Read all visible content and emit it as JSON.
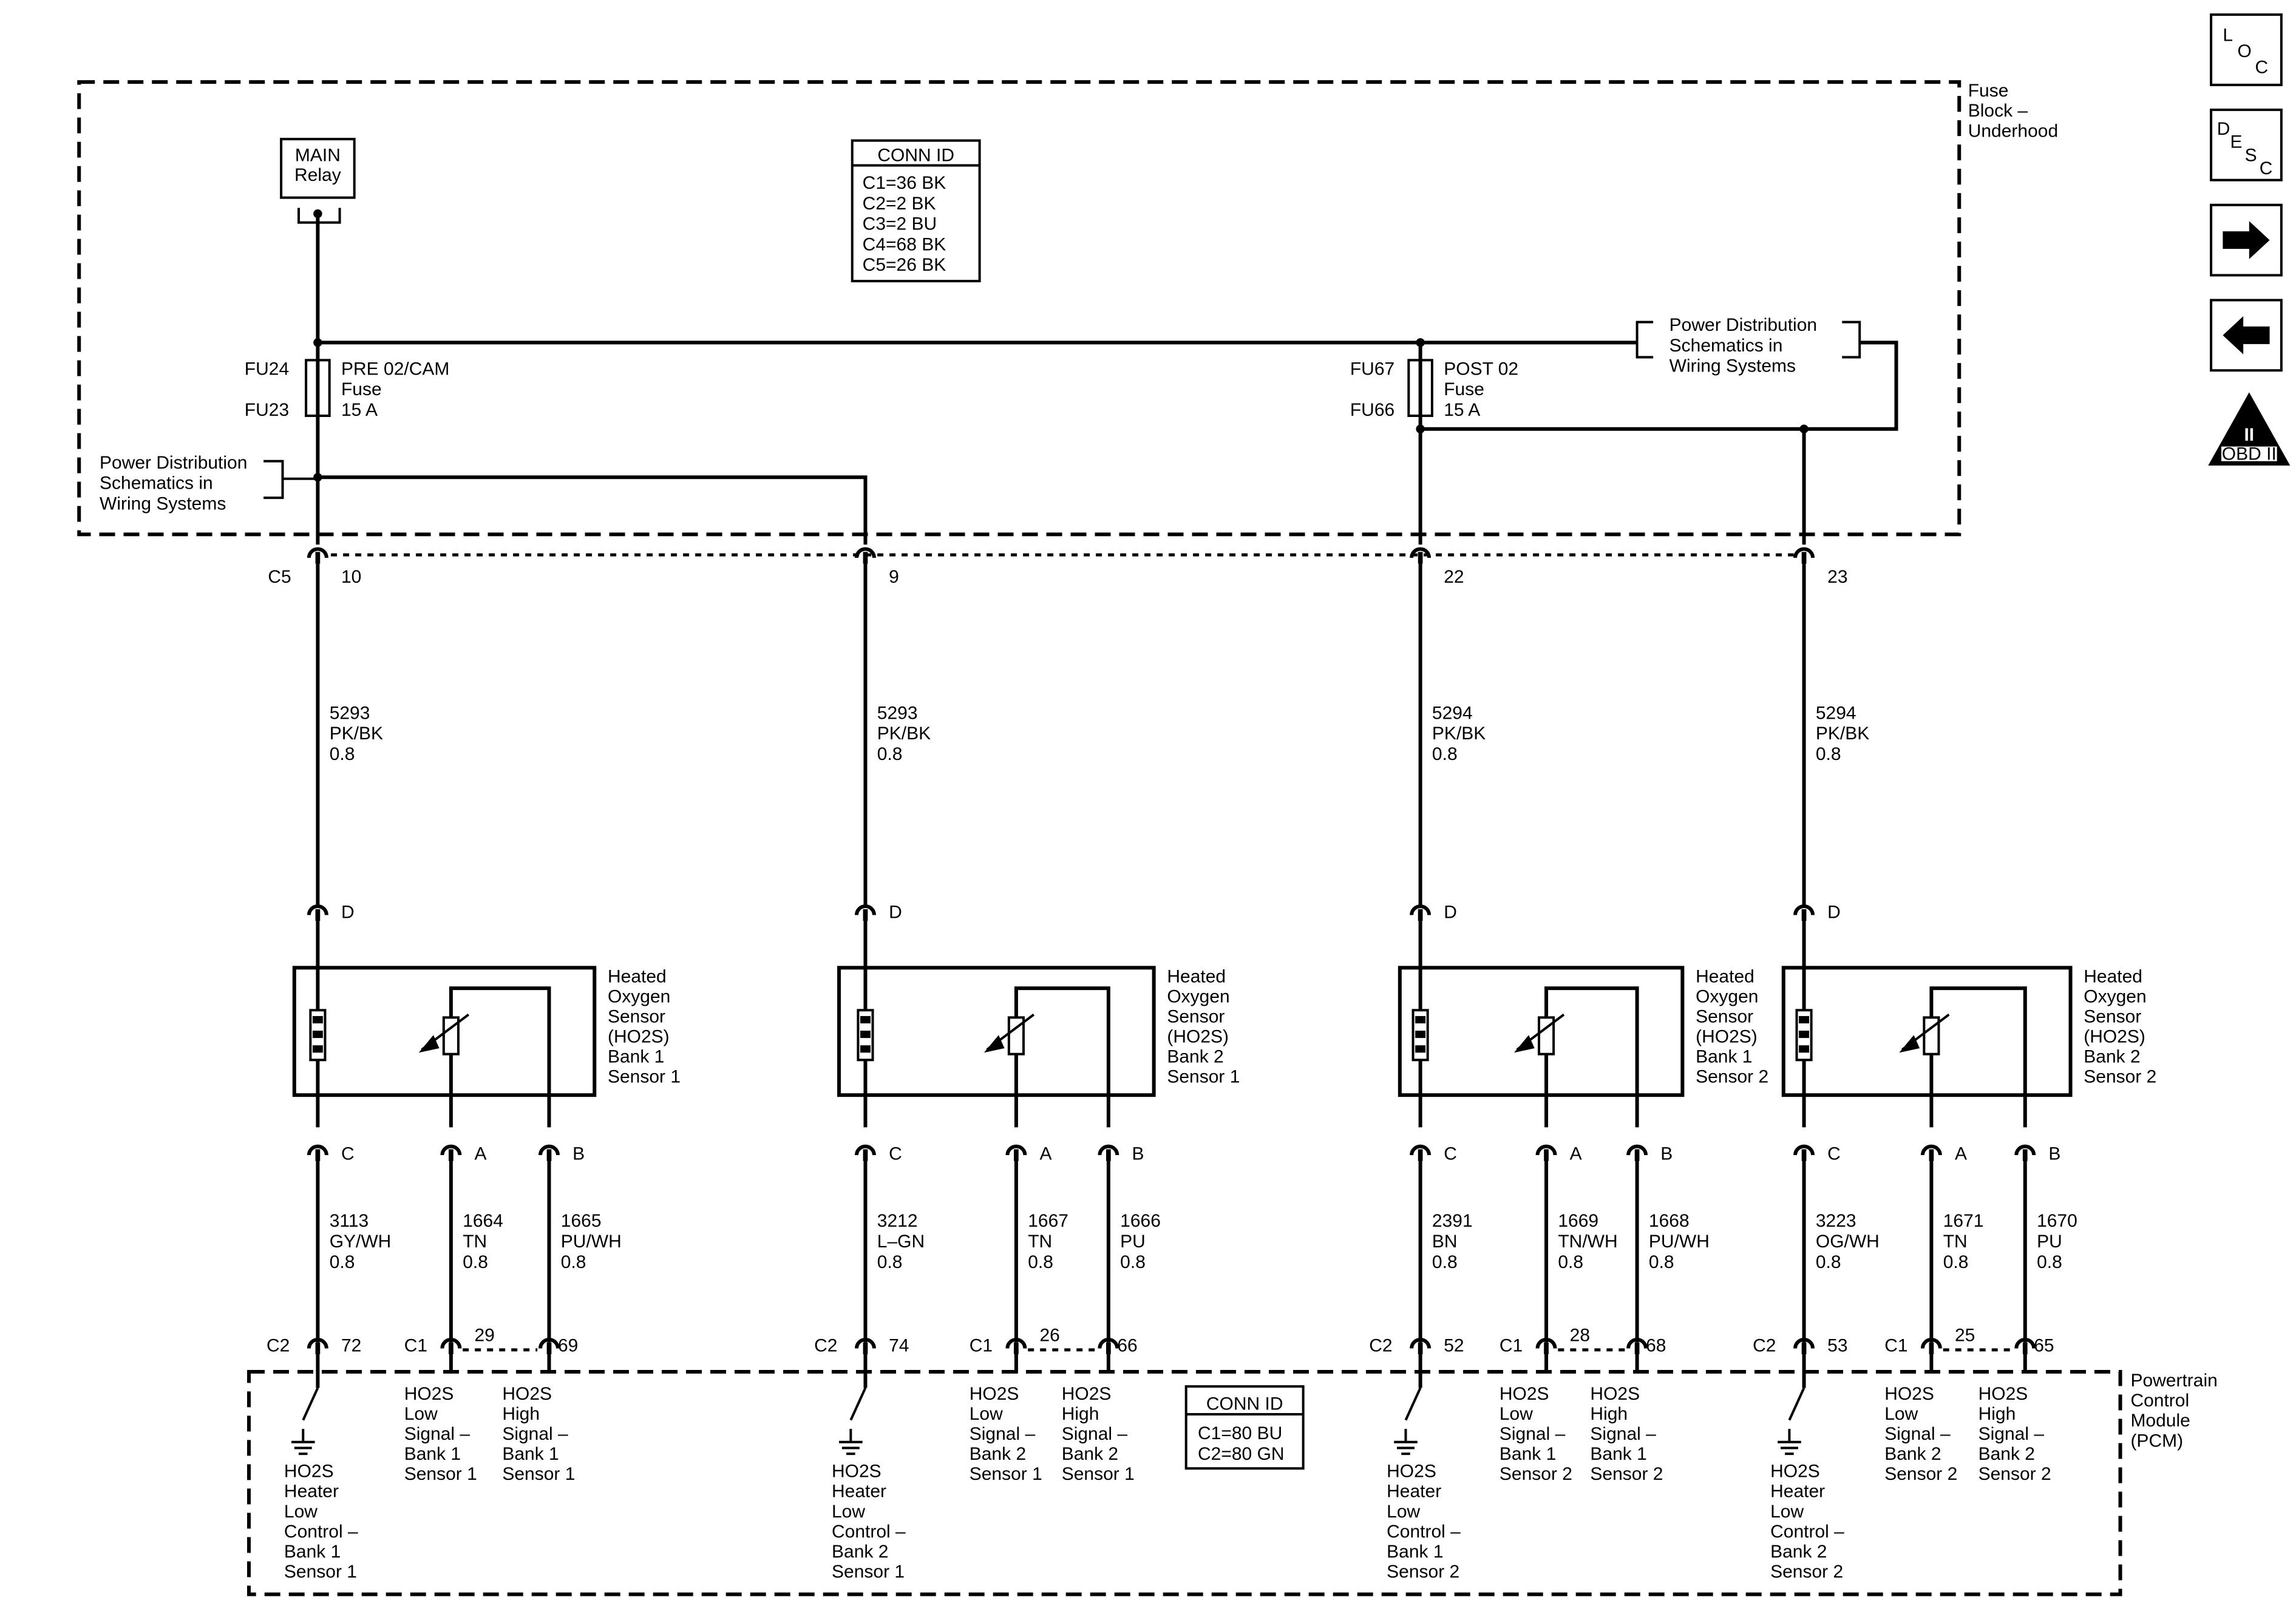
{
  "fuse_block": {
    "title_lines": [
      "Fuse",
      "Block –",
      "Underhood"
    ],
    "main_relay_lines": [
      "MAIN",
      "Relay"
    ],
    "conn_id_title": "CONN ID",
    "conn_ids": [
      "C1=36 BK",
      "C2=2 BK",
      "C3=2 BU",
      "C4=68 BK",
      "C5=26 BK"
    ],
    "fuse_pre": {
      "top_id": "FU24",
      "bottom_id": "FU23",
      "lines": [
        "PRE 02/CAM",
        "Fuse",
        "15 A"
      ]
    },
    "fuse_post": {
      "top_id": "FU67",
      "bottom_id": "FU66",
      "lines": [
        "POST 02",
        "Fuse",
        "15 A"
      ]
    },
    "power_dist_left_lines": [
      "Power Distribution",
      "Schematics in",
      "Wiring Systems"
    ],
    "power_dist_right_lines": [
      "Power Distribution",
      "Schematics in",
      "Wiring Systems"
    ],
    "connector_c5": "C5"
  },
  "pcm": {
    "title_lines": [
      "Powertrain",
      "Control",
      "Module",
      "(PCM)"
    ],
    "conn_id_title": "CONN ID",
    "conn_ids": [
      "C1=80 BU",
      "C2=80 GN"
    ]
  },
  "sensors": [
    {
      "top_pin": "10",
      "supply_wire": [
        "5293",
        "PK/BK",
        "0.8"
      ],
      "pin_d": "D",
      "name_lines": [
        "Heated",
        "Oxygen",
        "Sensor",
        "(HO2S)",
        "Bank 1",
        "Sensor 1"
      ],
      "pin_c": "C",
      "pin_a": "A",
      "pin_b": "B",
      "wire_c": [
        "3113",
        "GY/WH",
        "0.8"
      ],
      "wire_a": [
        "1664",
        "TN",
        "0.8"
      ],
      "wire_b": [
        "1665",
        "PU/WH",
        "0.8"
      ],
      "conn_c2": "C2",
      "pin_heater": "72",
      "conn_c1": "C1",
      "pin_low": "29",
      "pin_high": "69",
      "heater_label_lines": [
        "HO2S",
        "Heater",
        "Low",
        "Control –",
        "Bank 1",
        "Sensor 1"
      ],
      "low_label_lines": [
        "HO2S",
        "Low",
        "Signal –",
        "Bank 1",
        "Sensor 1"
      ],
      "high_label_lines": [
        "HO2S",
        "High",
        "Signal –",
        "Bank 1",
        "Sensor 1"
      ]
    },
    {
      "top_pin": "9",
      "supply_wire": [
        "5293",
        "PK/BK",
        "0.8"
      ],
      "pin_d": "D",
      "name_lines": [
        "Heated",
        "Oxygen",
        "Sensor",
        "(HO2S)",
        "Bank 2",
        "Sensor 1"
      ],
      "pin_c": "C",
      "pin_a": "A",
      "pin_b": "B",
      "wire_c": [
        "3212",
        "L–GN",
        "0.8"
      ],
      "wire_a": [
        "1667",
        "TN",
        "0.8"
      ],
      "wire_b": [
        "1666",
        "PU",
        "0.8"
      ],
      "conn_c2": "C2",
      "pin_heater": "74",
      "conn_c1": "C1",
      "pin_low": "26",
      "pin_high": "66",
      "heater_label_lines": [
        "HO2S",
        "Heater",
        "Low",
        "Control –",
        "Bank 2",
        "Sensor 1"
      ],
      "low_label_lines": [
        "HO2S",
        "Low",
        "Signal –",
        "Bank 2",
        "Sensor 1"
      ],
      "high_label_lines": [
        "HO2S",
        "High",
        "Signal –",
        "Bank 2",
        "Sensor 1"
      ]
    },
    {
      "top_pin": "22",
      "supply_wire": [
        "5294",
        "PK/BK",
        "0.8"
      ],
      "pin_d": "D",
      "name_lines": [
        "Heated",
        "Oxygen",
        "Sensor",
        "(HO2S)",
        "Bank 1",
        "Sensor 2"
      ],
      "pin_c": "C",
      "pin_a": "A",
      "pin_b": "B",
      "wire_c": [
        "2391",
        "BN",
        "0.8"
      ],
      "wire_a": [
        "1669",
        "TN/WH",
        "0.8"
      ],
      "wire_b": [
        "1668",
        "PU/WH",
        "0.8"
      ],
      "conn_c2": "C2",
      "pin_heater": "52",
      "conn_c1": "C1",
      "pin_low": "28",
      "pin_high": "68",
      "heater_label_lines": [
        "HO2S",
        "Heater",
        "Low",
        "Control –",
        "Bank 1",
        "Sensor 2"
      ],
      "low_label_lines": [
        "HO2S",
        "Low",
        "Signal –",
        "Bank 1",
        "Sensor 2"
      ],
      "high_label_lines": [
        "HO2S",
        "High",
        "Signal –",
        "Bank 1",
        "Sensor 2"
      ]
    },
    {
      "top_pin": "23",
      "supply_wire": [
        "5294",
        "PK/BK",
        "0.8"
      ],
      "pin_d": "D",
      "name_lines": [
        "Heated",
        "Oxygen",
        "Sensor",
        "(HO2S)",
        "Bank 2",
        "Sensor 2"
      ],
      "pin_c": "C",
      "pin_a": "A",
      "pin_b": "B",
      "wire_c": [
        "3223",
        "OG/WH",
        "0.8"
      ],
      "wire_a": [
        "1671",
        "TN",
        "0.8"
      ],
      "wire_b": [
        "1670",
        "PU",
        "0.8"
      ],
      "conn_c2": "C2",
      "pin_heater": "53",
      "conn_c1": "C1",
      "pin_low": "25",
      "pin_high": "65",
      "heater_label_lines": [
        "HO2S",
        "Heater",
        "Low",
        "Control –",
        "Bank 2",
        "Sensor 2"
      ],
      "low_label_lines": [
        "HO2S",
        "Low",
        "Signal –",
        "Bank 2",
        "Sensor 2"
      ],
      "high_label_lines": [
        "HO2S",
        "High",
        "Signal –",
        "Bank 2",
        "Sensor 2"
      ]
    }
  ],
  "nav": {
    "loc": [
      "L",
      "O",
      "C"
    ],
    "desc": [
      "D",
      "E",
      "S",
      "C"
    ],
    "obd": "OBD II",
    "obd_roman": "II",
    "icons": [
      "loc-icon",
      "desc-icon",
      "arrow-right-icon",
      "arrow-left-icon",
      "obd-ii-icon"
    ]
  }
}
